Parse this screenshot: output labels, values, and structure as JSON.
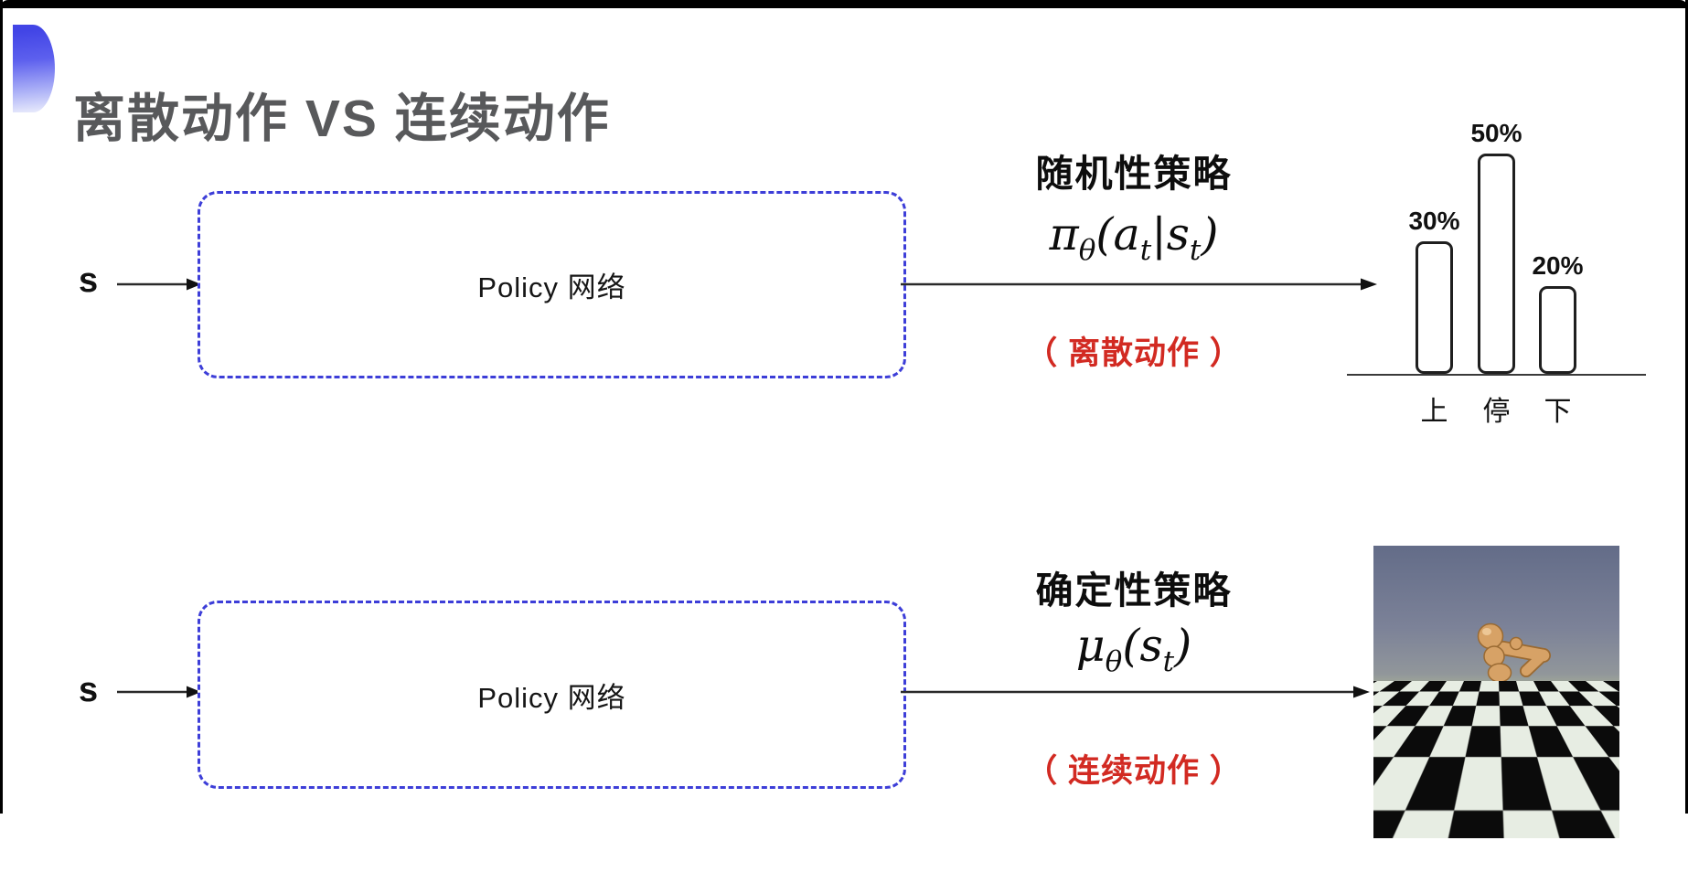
{
  "slide": {
    "title": "离散动作 VS 连续动作"
  },
  "rows": [
    {
      "input": "s",
      "box": "Policy 网络",
      "policy": "随机性策略",
      "formula": {
        "main": "π",
        "main_sub": "θ",
        "p1": "(a",
        "p1_sub": "t",
        "p2": "|s",
        "p2_sub": "t",
        "p3": ")"
      },
      "caption": "（ 离散动作 ）"
    },
    {
      "input": "s",
      "box": "Policy 网络",
      "policy": "确定性策略",
      "formula": {
        "main": "μ",
        "main_sub": "θ",
        "p1": "(s",
        "p1_sub": "t",
        "p2": "",
        "p2_sub": "",
        "p3": ")"
      },
      "caption": "（ 连续动作 ）"
    }
  ],
  "chart_data": {
    "type": "bar",
    "categories": [
      "上",
      "停",
      "下"
    ],
    "values": [
      30,
      50,
      20
    ],
    "labels": [
      "30%",
      "50%",
      "20%"
    ],
    "title": "",
    "xlabel": "",
    "ylabel": "",
    "ylim": [
      0,
      55
    ],
    "grid": false,
    "legend": false,
    "bar_style": "outlined-rounded-white"
  },
  "colors": {
    "accent_blue": "#3d3ed8",
    "caption_red": "#d22a22",
    "title_gray": "#58595b",
    "arrow_dark": "#2a2a2a"
  }
}
